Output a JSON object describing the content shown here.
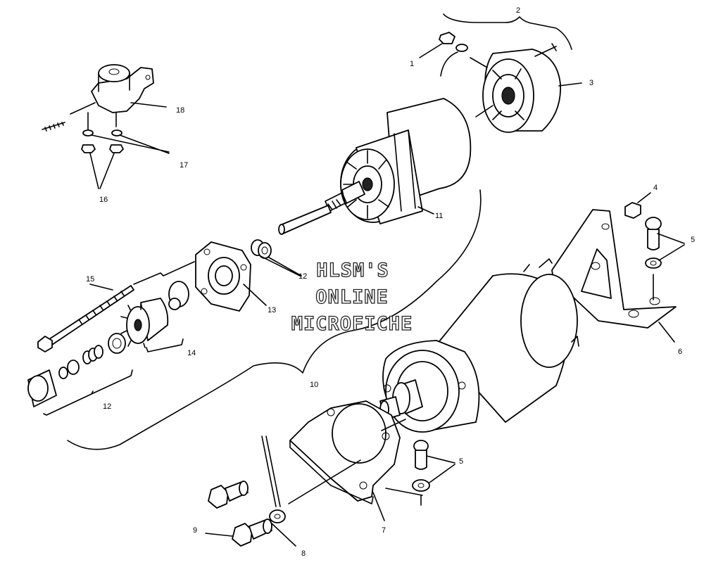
{
  "diagram": {
    "callouts": [
      {
        "id": "c1",
        "text": "1"
      },
      {
        "id": "c2",
        "text": "2"
      },
      {
        "id": "c3",
        "text": "3"
      },
      {
        "id": "c4",
        "text": "4"
      },
      {
        "id": "c5a",
        "text": "5"
      },
      {
        "id": "c5b",
        "text": "5"
      },
      {
        "id": "c6",
        "text": "6"
      },
      {
        "id": "c7",
        "text": "7"
      },
      {
        "id": "c8",
        "text": "8"
      },
      {
        "id": "c9",
        "text": "9"
      },
      {
        "id": "c10",
        "text": "10"
      },
      {
        "id": "c11",
        "text": "11"
      },
      {
        "id": "c12a",
        "text": "12"
      },
      {
        "id": "c12b",
        "text": "12"
      },
      {
        "id": "c13",
        "text": "13"
      },
      {
        "id": "c14",
        "text": "14"
      },
      {
        "id": "c15",
        "text": "15"
      },
      {
        "id": "c16",
        "text": "16"
      },
      {
        "id": "c17",
        "text": "17"
      },
      {
        "id": "c18",
        "text": "18"
      }
    ],
    "watermark": {
      "line1": "HLSM'S",
      "line2": "ONLINE",
      "line3": "MICROFICHE"
    }
  }
}
